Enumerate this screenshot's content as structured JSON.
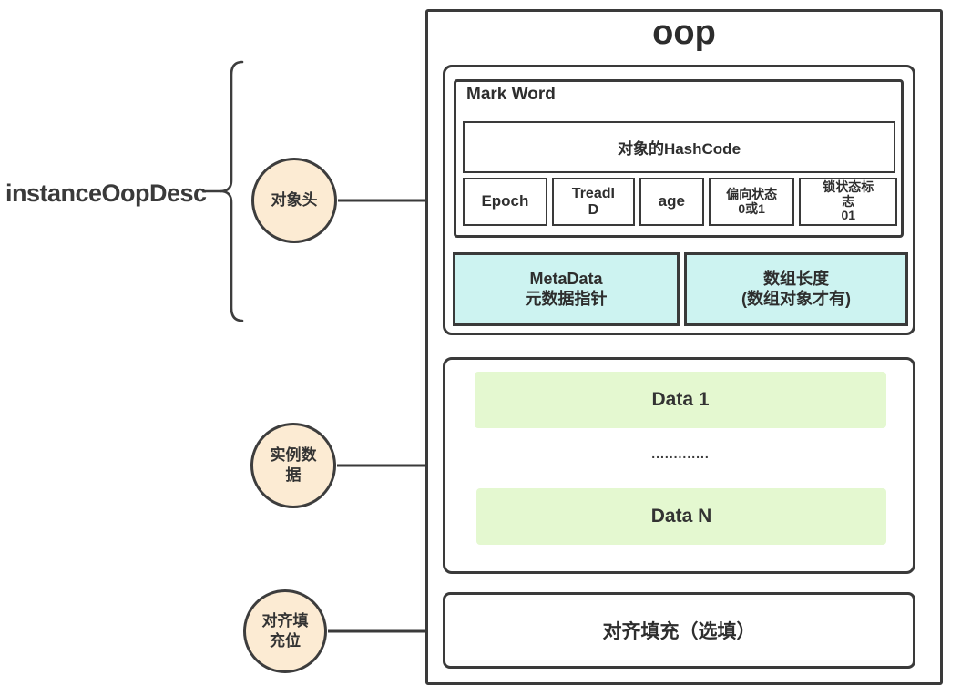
{
  "colors": {
    "ink": "#3a3a3a",
    "cyan_fill": "#cdf3f1",
    "green_fill": "#e4f8d0",
    "peach_fill": "#fcebd3",
    "background": "#ffffff"
  },
  "labels": {
    "instance_desc": "instanceOopDesc"
  },
  "annotations": {
    "object_header": "对象头",
    "instance_data": "实例数\n据",
    "padding": "对齐填\n充位"
  },
  "oop": {
    "title": "oop",
    "header": {
      "mark_word_label": "Mark Word",
      "hashcode_label": "对象的HashCode",
      "fields": [
        "Epoch",
        "TreadI\nD",
        "age",
        "偏向状态\n0或1",
        "锁状态标\n志\n01"
      ],
      "metadata_label": "MetaData\n元数据指针",
      "array_length_label": "数组长度\n(数组对象才有)"
    },
    "instance_data": {
      "data_first": "Data 1",
      "ellipsis": ".............",
      "data_last": "Data N"
    },
    "padding_label": "对齐填充（选填）"
  }
}
